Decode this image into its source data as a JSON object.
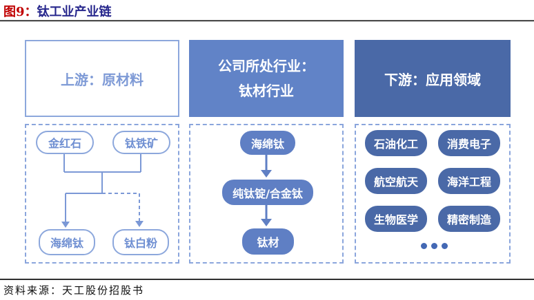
{
  "figure": {
    "label": "图9：",
    "title": "钛工业产业链",
    "source": "资料来源：天工股份招股书"
  },
  "columns": {
    "upstream": {
      "header": "上游：原材料",
      "nodes": {
        "rutile": "金红石",
        "ilmenite": "钛铁矿",
        "sponge_titanium": "海绵钛",
        "titanium_dioxide": "钛白粉"
      }
    },
    "company": {
      "header_line1": "公司所处行业：",
      "header_line2": "钛材行业",
      "flow": [
        "海绵钛",
        "纯钛锭/合金钛",
        "钛材"
      ]
    },
    "downstream": {
      "header": "下游：应用领域",
      "applications": [
        "石油化工",
        "消费电子",
        "航空航天",
        "海洋工程",
        "生物医学",
        "精密制造"
      ]
    }
  },
  "palette": {
    "figure_label_red": "#C00000",
    "title_navy": "#26268C",
    "header_mid_blue": "#6183C7",
    "header_dark_blue": "#4A69A7",
    "pill_mid_blue": "#5F7FC4",
    "outline_border_blue": "#8CA7DC",
    "outline_text_blue": "#6F8FD2",
    "connector_blue": "#7B98D6",
    "dots_blue": "#4368B4"
  }
}
